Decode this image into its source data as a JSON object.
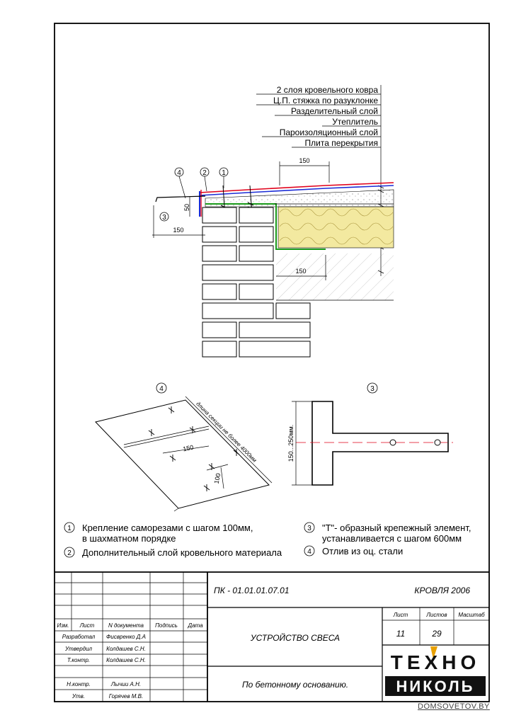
{
  "layers": [
    "2 слоя кровельного ковра",
    "Ц.П. стяжка по разуклонке",
    "Разделительный слой",
    "Утеплитель",
    "Пароизоляционный слой",
    "Плита перекрытия"
  ],
  "dimensions": {
    "top_150": "150",
    "left_150": "150",
    "left_50": "50",
    "lower_150": "150",
    "detail4_150": "150",
    "detail4_100": "100",
    "detail4_section": "длина секции не более 4000мм",
    "detail3_height": "150...250мм."
  },
  "callouts": [
    "4",
    "2",
    "1",
    "3"
  ],
  "detail_markers": {
    "d4": "4",
    "d3": "3"
  },
  "legend": [
    {
      "num": "1",
      "text_lines": [
        "Крепление саморезами с шагом 100мм,",
        "в шахматном порядке"
      ]
    },
    {
      "num": "2",
      "text_lines": [
        "Дополнительный слой кровельного материала"
      ]
    },
    {
      "num": "3",
      "text_lines": [
        "\"Т\"- образный крепежный элемент,",
        "устанавливается с шагом 600мм"
      ]
    },
    {
      "num": "4",
      "text_lines": [
        "Отлив из оц. стали"
      ]
    }
  ],
  "title_block": {
    "doc_code": "ПК - 01.01.01.07.01",
    "section": "КРОВЛЯ 2006",
    "title": "УСТРОЙСТВО СВЕСА",
    "subtitle": "По бетонному основанию.",
    "headers": {
      "izm": "Изм.",
      "list": "Лист",
      "ndoc": "N документа",
      "podpis": "Подпись",
      "data": "Дата",
      "sheet_label": "Лист",
      "sheets_label": "Листов",
      "scale_label": "Масштаб"
    },
    "sheet": "11",
    "sheets": "29",
    "roles": [
      {
        "role": "Разработал",
        "name": "Фисвренко Д.А"
      },
      {
        "role": "Утвердил",
        "name": "Колдашев С.Н."
      },
      {
        "role": "Т.контр.",
        "name": "Колдашев С.Н."
      },
      {
        "role": "",
        "name": ""
      },
      {
        "role": "Н.контр.",
        "name": "Лычии А.Н."
      },
      {
        "role": "Утв.",
        "name": "Горячев М.В."
      }
    ]
  },
  "logo": {
    "line1": "ТЕХНО",
    "line2": "НИКОЛЬ"
  },
  "watermark": "DOMSOVETOV.BY",
  "colors": {
    "red": "#e0001a",
    "blue": "#1a2bd6",
    "green": "#1a9a1a",
    "insulation": "#f3e9a0",
    "brick_hatch": "#d9a0a0"
  }
}
